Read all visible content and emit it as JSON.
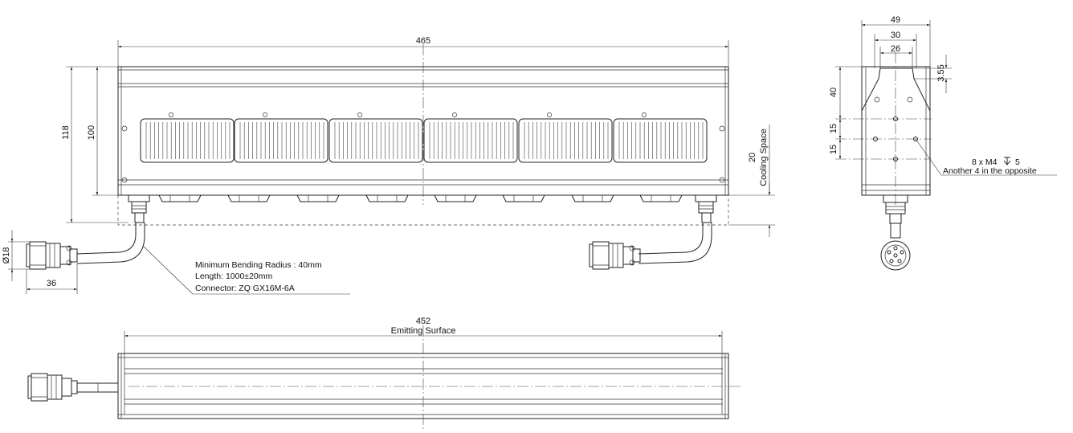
{
  "dimensions": {
    "overall_length": "465",
    "housing_height": "118",
    "window_height": "100",
    "cooling_value": "20",
    "cooling_label": "Cooling Space",
    "connector_dia": "Ø18",
    "connector_len": "36",
    "side_width_49": "49",
    "side_width_30": "30",
    "side_width_26": "26",
    "side_top_355": "3.55",
    "side_40": "40",
    "side_15a": "15",
    "side_15b": "15",
    "emit_length": "452",
    "emit_label": "Emitting Surface"
  },
  "notes": {
    "bend_radius": "Minimum Bending Radius : 40mm",
    "length": "Length: 1000±20mm",
    "connector": "Connector: ZQ GX16M-6A",
    "mount_holes": "8 x  M4",
    "mount_depth": "5",
    "opposite": "Another 4 in the opposite"
  }
}
